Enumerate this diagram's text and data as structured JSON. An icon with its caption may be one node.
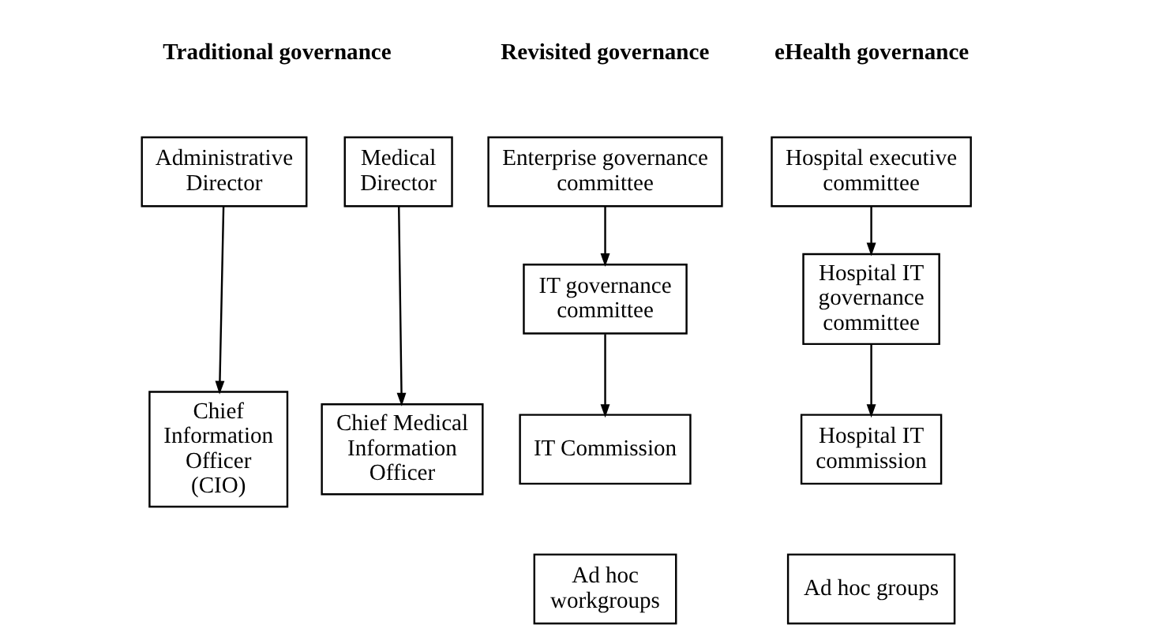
{
  "diagram": {
    "nodes": [
      {
        "text": [
          "Administrative Director"
        ]
      },
      {
        "text": [
          "Medical Director"
        ]
      },
      {
        "text": [
          "Chief Information Officer (CIO)"
        ]
      },
      {
        "text": [
          "Chief Medical Information Officer"
        ]
      },
      {
        "text": [
          "Enterprise governance committee"
        ]
      },
      {
        "text": [
          "IT governance committee"
        ]
      },
      {
        "text": [
          "IT Commission"
        ]
      },
      {
        "text": [
          "Ad hoc workgroups"
        ]
      },
      {
        "text": [
          "Hospital executive committee"
        ]
      },
      {
        "text": [
          "Hospital IT governance committee"
        ]
      },
      {
        "text": [
          "Hospital IT commission"
        ]
      },
      {
        "text": [
          "Ad hoc groups"
        ]
      }
    ],
    "edges": [
      {
        "from": 0,
        "to": 2,
        "arrow": "to"
      },
      {
        "from": 1,
        "to": 3,
        "arrow": "to"
      },
      {
        "from": 4,
        "to": 5,
        "arrow": "to"
      },
      {
        "from": 5,
        "to": 6,
        "arrow": "to"
      },
      {
        "from": 8,
        "to": 9,
        "arrow": "to"
      },
      {
        "from": 9,
        "to": 10,
        "arrow": "to"
      }
    ],
    "labels": [
      "Traditional governance",
      "Revisited governance",
      "eHealth governance"
    ]
  }
}
